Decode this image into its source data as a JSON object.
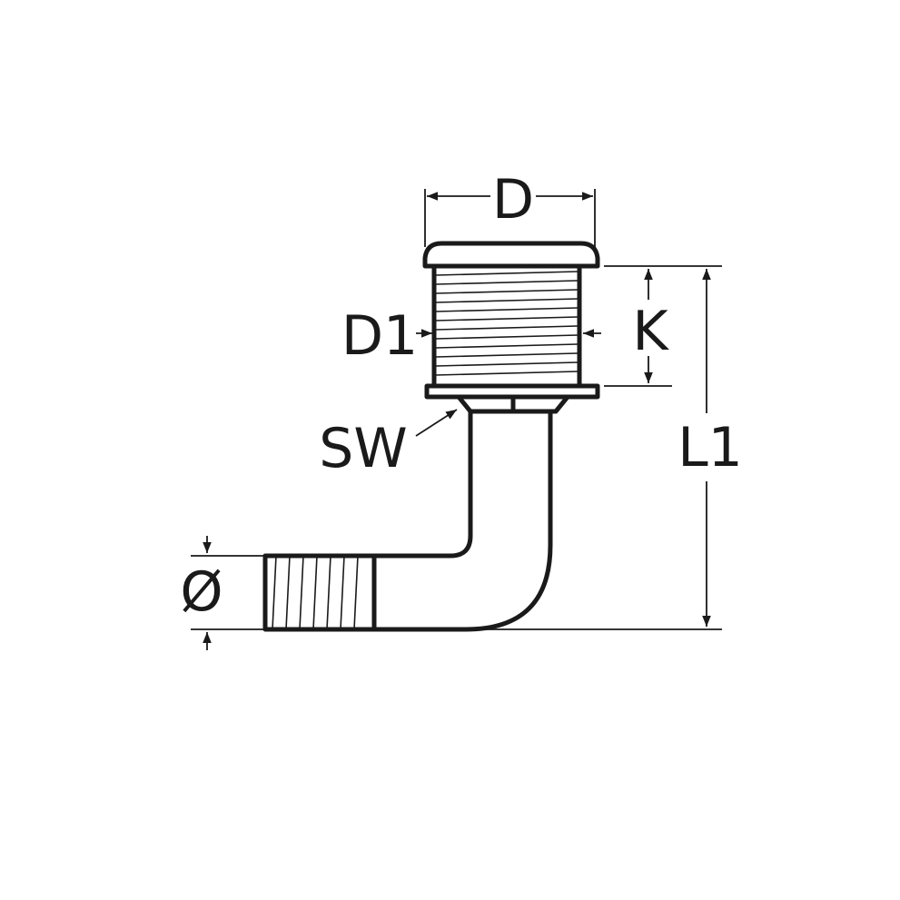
{
  "labels": {
    "D": "D",
    "D1": "D1",
    "K": "K",
    "SW": "SW",
    "L1": "L1",
    "diameter": "Ø"
  }
}
